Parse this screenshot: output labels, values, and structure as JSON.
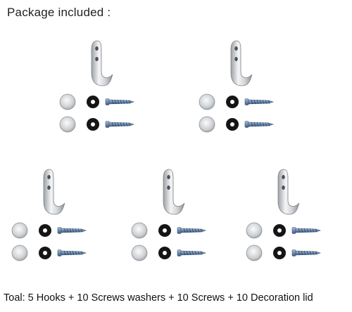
{
  "header": {
    "title": "Package included :"
  },
  "footer": {
    "summary": "Toal: 5 Hooks + 10 Screws washers + 10 Screws + 10 Decoration lid"
  },
  "sets": [
    {
      "name": "hook-set-1"
    },
    {
      "name": "hook-set-2"
    },
    {
      "name": "hook-set-3"
    },
    {
      "name": "hook-set-4"
    },
    {
      "name": "hook-set-5"
    }
  ],
  "colors": {
    "steel_light": "#f2f3f4",
    "steel_mid": "#c4c7ca",
    "steel_dark": "#8d9196",
    "washer": "#121212",
    "screw": "#6f8fb3"
  }
}
